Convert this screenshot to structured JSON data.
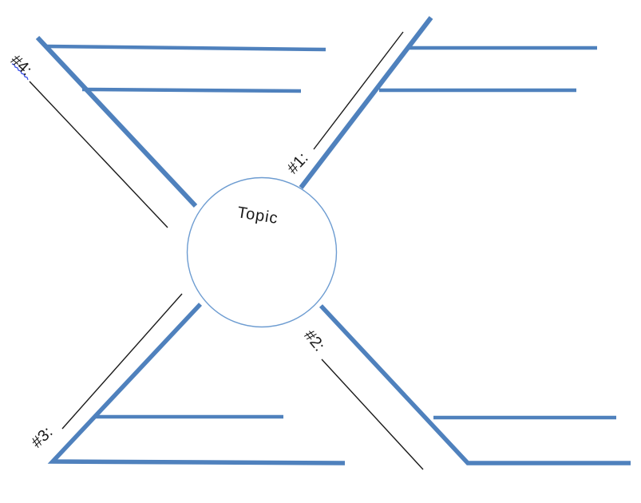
{
  "diagram": {
    "topic_label": "Topic",
    "branches": [
      {
        "label": "#1:",
        "position": "top-right"
      },
      {
        "label": "#2:",
        "position": "bottom-right"
      },
      {
        "label": "#3:",
        "position": "bottom-left"
      },
      {
        "label": "#4:",
        "position": "top-left",
        "has_spellcheck_squiggle": true
      }
    ],
    "colors": {
      "branch_blue": "#4F81BD",
      "circle_stroke": "#6D9CD1",
      "pointer_black": "#1A1A1A",
      "squiggle_blue": "#3048E8",
      "background": "#FFFFFF"
    }
  }
}
